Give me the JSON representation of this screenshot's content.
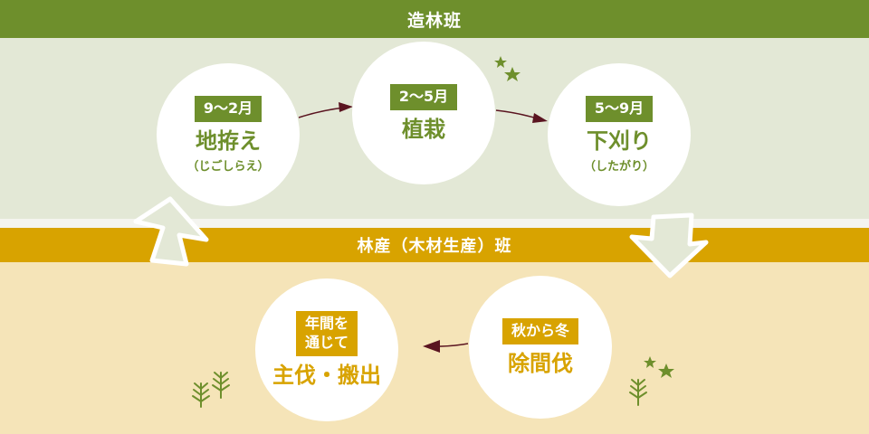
{
  "bands": {
    "forestry_team": "造林班",
    "timber_team": "林産（木材生産）班"
  },
  "steps": {
    "site_prep": {
      "period": "9〜2月",
      "title": "地拵え",
      "reading": "（じごしらえ）"
    },
    "planting": {
      "period": "2〜5月",
      "title": "植栽"
    },
    "weeding": {
      "period": "5〜9月",
      "title": "下刈り",
      "reading": "（したがり）"
    },
    "thinning": {
      "period": "秋から冬",
      "title": "除間伐"
    },
    "final_harvest": {
      "period_line1": "年間を",
      "period_line2": "通じて",
      "title": "主伐・搬出"
    }
  },
  "colors": {
    "green": "#6e8f2c",
    "gold": "#d8a300",
    "arrow_dark": "#5a1420",
    "pale_green": "#e3e8d6",
    "tan": "#f5e4b8"
  }
}
